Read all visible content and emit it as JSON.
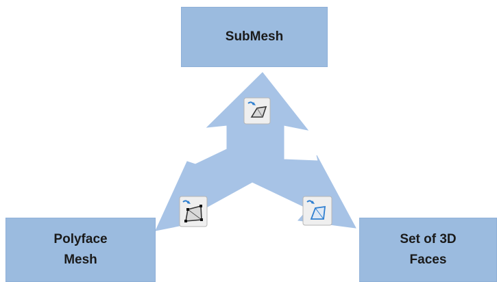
{
  "diagram": {
    "nodes": {
      "top": {
        "label": "SubMesh"
      },
      "left": {
        "label_line1": "Polyface",
        "label_line2": "Mesh"
      },
      "right": {
        "label_line1": "Set of 3D",
        "label_line2": "Faces"
      }
    },
    "icons": {
      "to_submesh": "convert-to-submesh-icon",
      "to_polyface": "convert-to-polyface-icon",
      "to_faces": "convert-to-3d-faces-icon"
    },
    "colors": {
      "node_fill": "#9bbbdf",
      "arrow_fill": "#a7c3e6",
      "icon_frame": "#efefef"
    }
  }
}
